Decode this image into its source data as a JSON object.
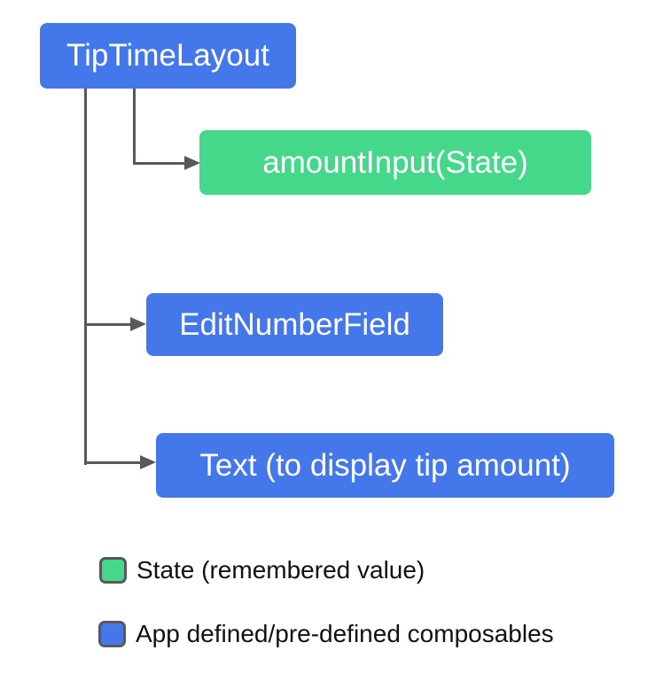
{
  "diagram": {
    "root": {
      "label": "TipTimeLayout",
      "type": "composable"
    },
    "children": [
      {
        "label": "amountInput(State)",
        "type": "state"
      },
      {
        "label": "EditNumberField",
        "type": "composable"
      },
      {
        "label": "Text (to display tip amount)",
        "type": "composable"
      }
    ]
  },
  "legend": {
    "items": [
      {
        "label": "State (remembered value)",
        "swatch_color": "#46D88A"
      },
      {
        "label": "App defined/pre-defined composables",
        "swatch_color": "#4478EA"
      }
    ]
  },
  "colors": {
    "composable_blue": "#4478EA",
    "state_green": "#46D88A",
    "connector_gray": "#58585A",
    "node_text_white": "#FFFFFF",
    "legend_text_black": "#111111",
    "background": "#FFFFFF"
  }
}
